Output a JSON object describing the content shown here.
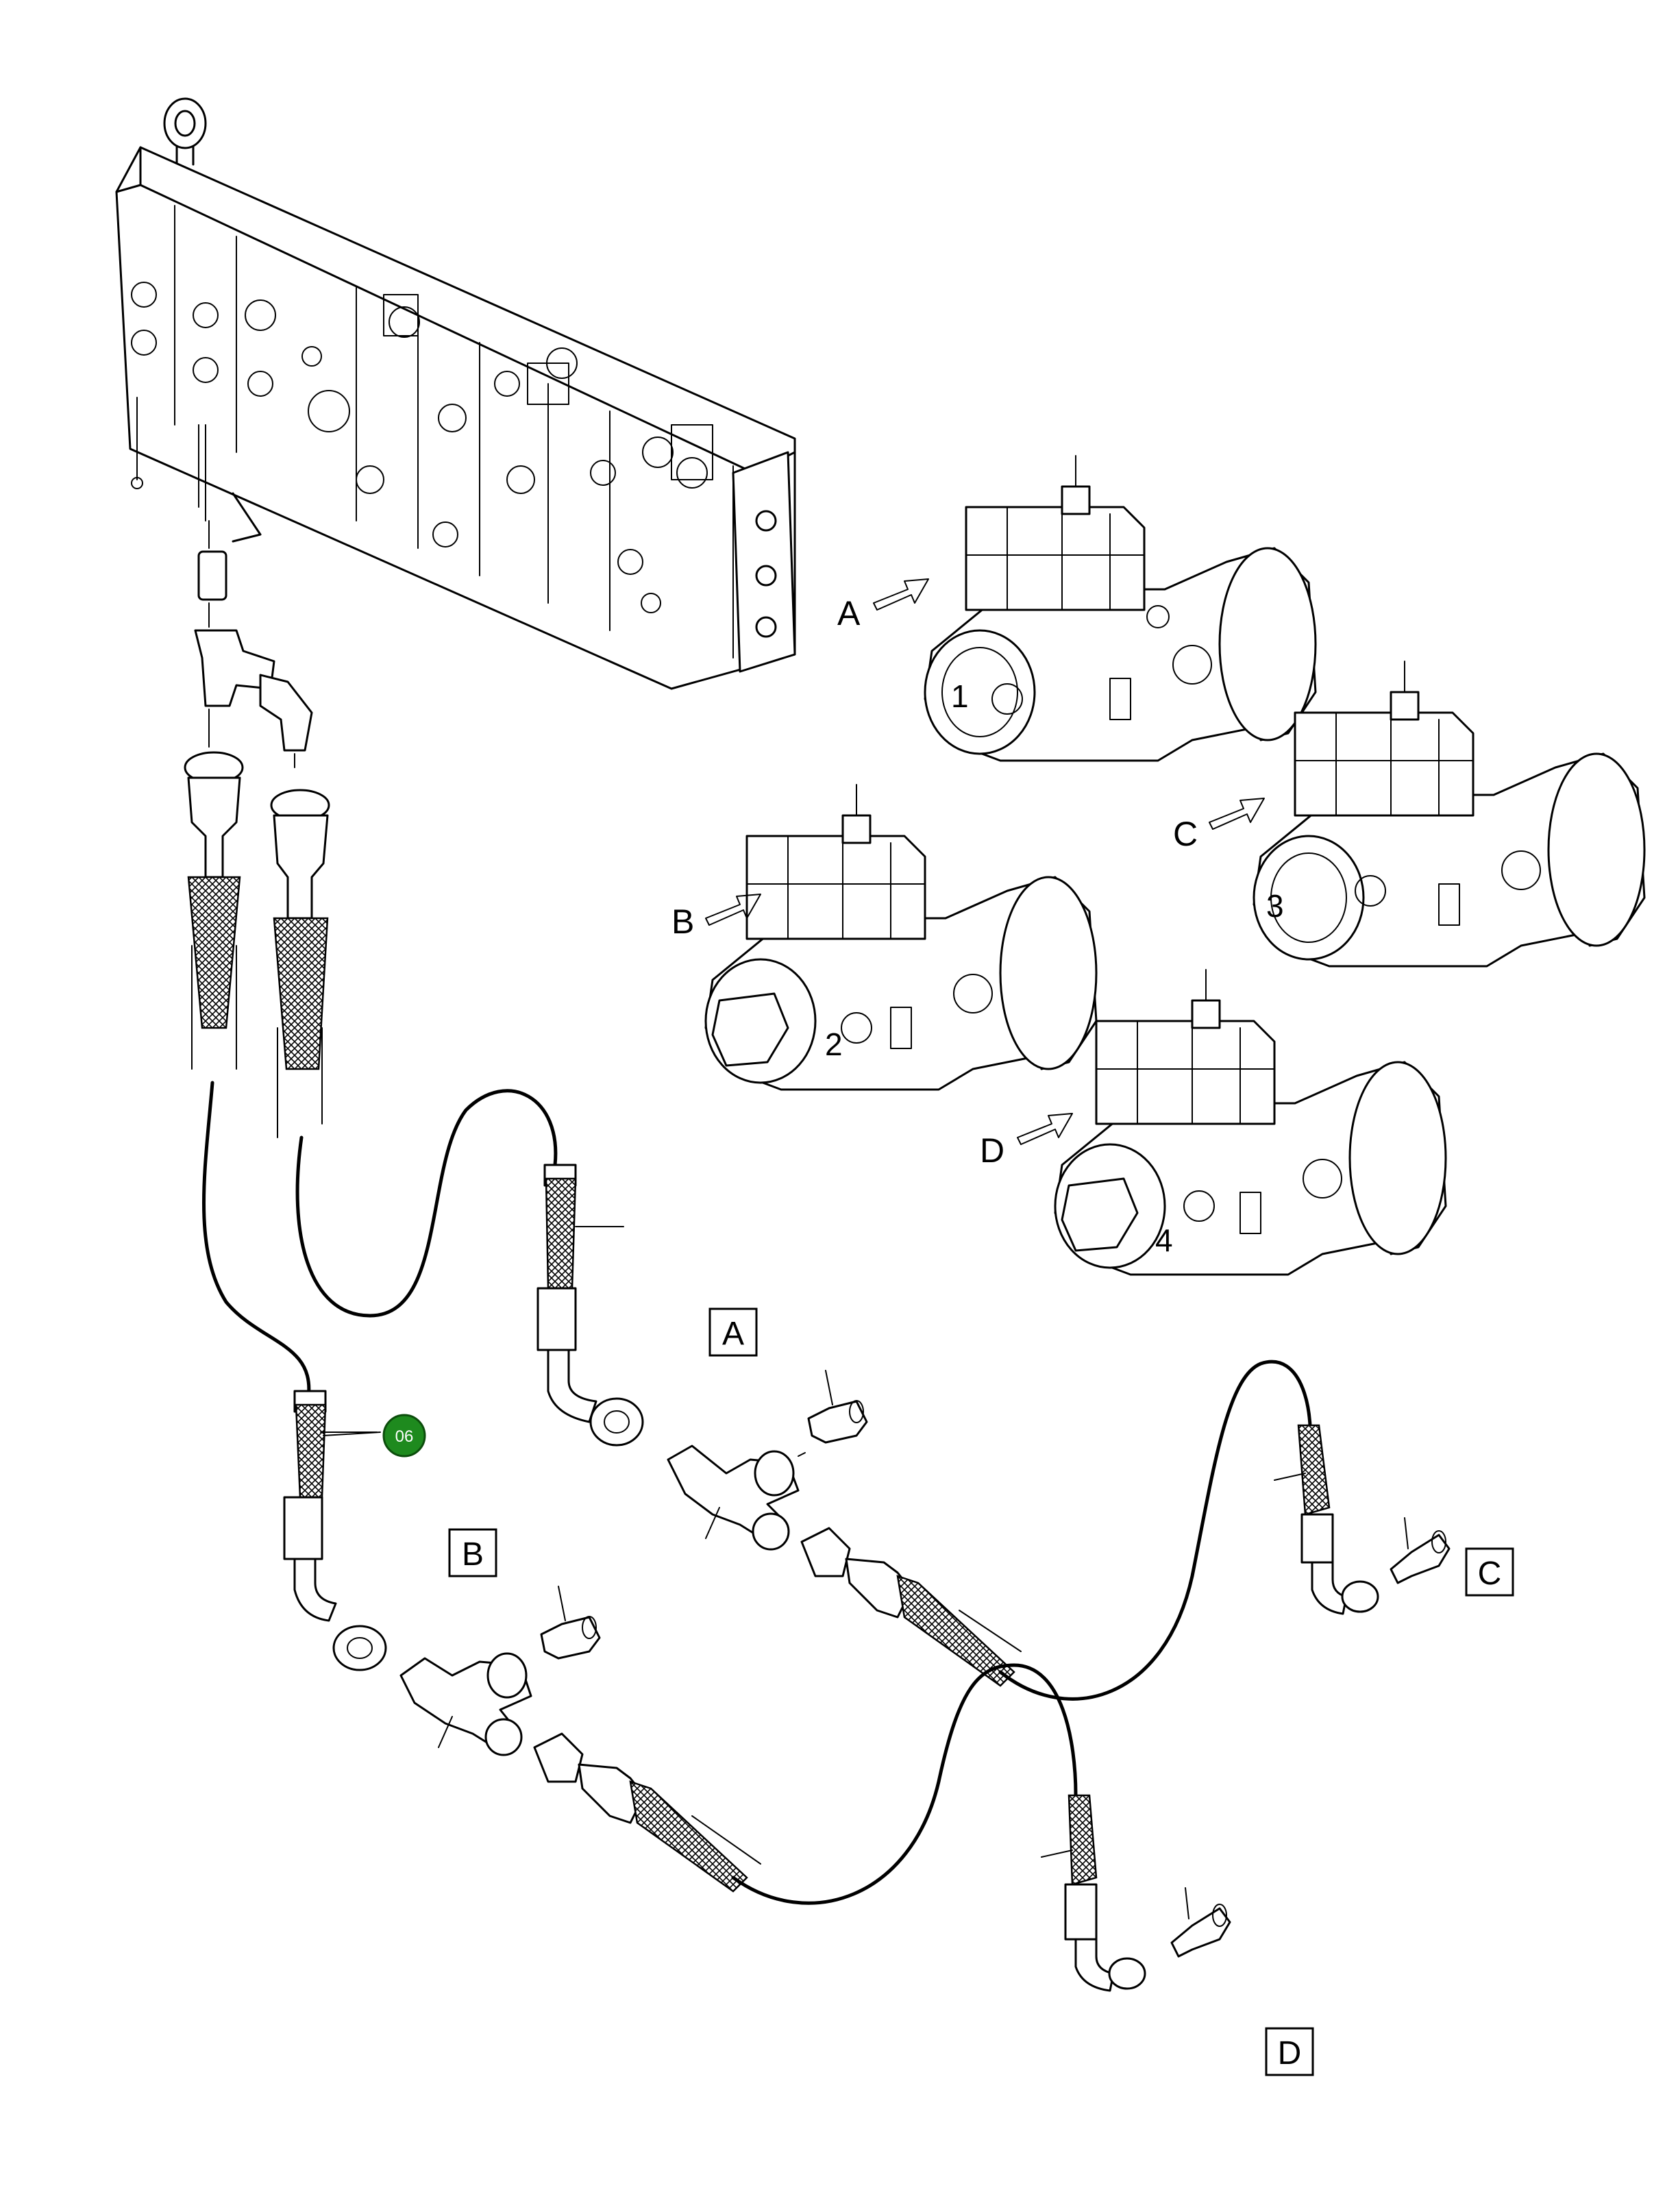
{
  "diagram": {
    "view_labels": [
      "A",
      "B",
      "C",
      "D"
    ],
    "pump_numbers": [
      "1",
      "2",
      "3",
      "4"
    ],
    "port_labels": [
      "A",
      "B",
      "C",
      "D"
    ],
    "callout": {
      "text": "06",
      "color": "#1e8a1e"
    },
    "line_color": "#000000"
  }
}
